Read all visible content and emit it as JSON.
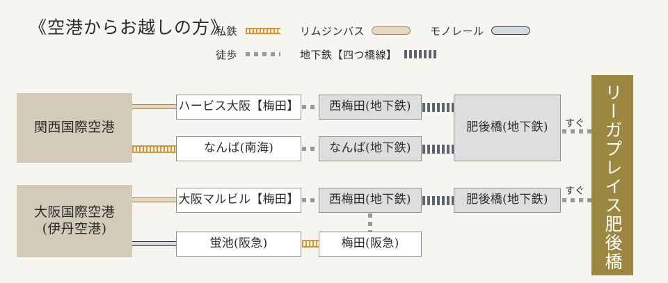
{
  "header": {
    "title": "《空港からお越しの方》",
    "legend": {
      "row1": [
        {
          "label": "私鉄",
          "symbol": "private-rail-hatch"
        },
        {
          "label": "リムジンバス",
          "symbol": "limousine-bus-capsule"
        },
        {
          "label": "モノレール",
          "symbol": "monorail-capsule"
        }
      ],
      "row2": [
        {
          "label": "徒歩",
          "symbol": "walk-dots"
        },
        {
          "label": "地下鉄【四つ橋線】",
          "symbol": "subway-ticks"
        }
      ]
    }
  },
  "nodes": {
    "airport_kix": "関西国際空港",
    "airport_itm_line1": "大阪国際空港",
    "airport_itm_line2": "(伊丹空港)",
    "herbis_umeda": "ハービス大阪【梅田】",
    "namba_nankai": "なんば(南海)",
    "nishiumeda_subway_top": "西梅田(地下鉄)",
    "namba_subway": "なんば(地下鉄)",
    "higobashi_subway_top": "肥後橋(地下鉄)",
    "osaka_marubiru_umeda": "大阪マルビル【梅田】",
    "hotarugaike_hankyu": "蛍池(阪急)",
    "nishiumeda_subway_bottom": "西梅田(地下鉄)",
    "umeda_hankyu": "梅田(阪急)",
    "higobashi_subway_bottom": "肥後橋(地下鉄)",
    "goal": "リーガプレイス肥後橋"
  },
  "annotations": {
    "sugu_top": "すぐ",
    "sugu_bottom": "すぐ"
  },
  "colors": {
    "background": "#f7f5f0",
    "airport_box": "#d2cbb8",
    "goal_box": "#9c8740",
    "subway_line": "#5a6570",
    "rail_line": "#d9962f",
    "bus_line": "#e7d8bd",
    "walk_line": "#9b9b96",
    "gray_box": "#dedede"
  }
}
